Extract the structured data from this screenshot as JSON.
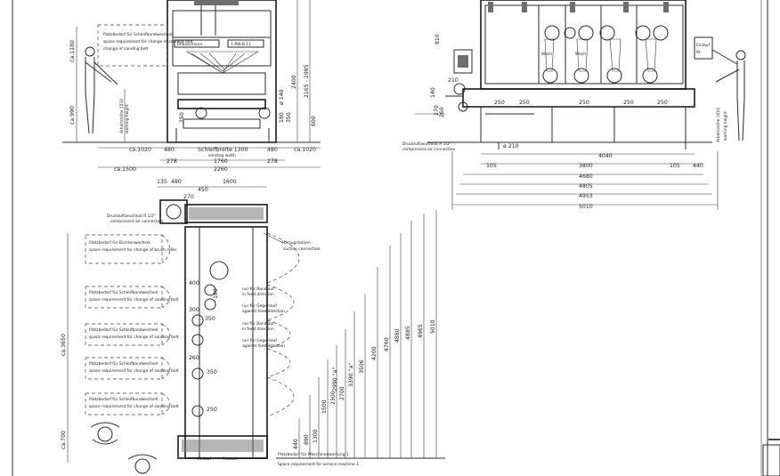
{
  "front_view": {
    "brand_plate": "Bhauermann",
    "model_plate": "1-RW-B-11",
    "space_label_de": "Platzbedarf für Schleifbandwechsel",
    "space_label_en": "space requirement for change of sanding belt",
    "working_height_label_de": "Arbeitshöhe 1010",
    "working_height_label_en": "working height",
    "sanding_width_label_de": "Schleifbreite 1300",
    "sanding_width_label_en": "sanding width",
    "dims": {
      "ca1180": "ca.1180",
      "ca990": "ca.990",
      "ca1020_left": "ca.1020",
      "d480_left": "480",
      "d480_right": "480",
      "ca1020_right": "ca.1020",
      "d1760": "1760",
      "d278_left": "278",
      "d278_right": "278",
      "d2260": "2260",
      "ca1500": "ca.1500",
      "d2400": "2400",
      "d2165_2985": "2165 - 2985",
      "d250": "250",
      "d140": "ø 140",
      "d180": "180",
      "d350": "350",
      "d600": "600"
    }
  },
  "side_view": {
    "dims": {
      "d810": "810",
      "d140": "140",
      "d270": "270",
      "d260": "260",
      "d210": "210",
      "d250_1": "250",
      "d250_2": "250",
      "d250_3": "250",
      "d250_4": "250",
      "d250_5": "250",
      "d210b": "ø 210",
      "d4040": "4040",
      "d105_left": "105",
      "d3800": "3800",
      "d105_right": "105",
      "d440": "440",
      "d4680": "4680",
      "d4805": "4805",
      "d4953": "4953",
      "d5010": "5010",
      "working_height_label_de": "Arbeitshöhe 1010",
      "working_height_label_en": "working height"
    },
    "compressed_air_de": "Druckluftanschluß R 1/2\"",
    "compressed_air_en": "compressed air connection",
    "outlet_de": "Einlauf",
    "outlet_en": "Einlauf"
  },
  "plan_view": {
    "dims": {
      "d135": "135",
      "d480": "480",
      "d1600": "1600",
      "d450": "450",
      "d270": "270",
      "d440": "440",
      "d890": "890",
      "d1300": "1300",
      "d1500": "1500",
      "d2300": "2300",
      "d2700": "2700",
      "d2990": "2990 \"a\"",
      "d3390": "3390 \"a\"",
      "d3506": "3506",
      "d4200": "4200",
      "d4760": "4760",
      "d4880": "4880",
      "d4885": "4885",
      "d4965": "4965",
      "d5010": "5010",
      "ca3650": "ca.3650",
      "ca700": "ca.700",
      "d400": "400",
      "d180": "180",
      "d300": "300",
      "d350": "350",
      "d260": "260",
      "d350b": "350",
      "d250": "250"
    },
    "compressed_air_de": "Druckluftanschluß R 1/2\"",
    "compressed_air_en": "compressed air connection",
    "suction_de": "Absaugstutzen",
    "suction_en": "suction connection",
    "brush_label_de": "Platzbedarf für Bürstenwechsel",
    "brush_label_en": "space requirement for change of brush roller",
    "belt_label_de": "Platzbedarf für Schleifbandwechsel",
    "belt_label_en": "space requirement for change of sanding belt",
    "only_feed_de": "nur für Bandlauf",
    "only_feed_en": "in feed direction",
    "only_against_de": "nur für Gegenlauf",
    "only_against_en": "against feed direction",
    "service_de": "Platzbedarf für Maschinenwartung 1",
    "service_en": "Space requirement for service machine 1",
    "infeed": "Einlauf",
    "outfeed": "Auslauf"
  },
  "colors": {
    "ink": "#2a2a2a",
    "paper": "#ffffff",
    "hatch": "#6e6e6e"
  }
}
